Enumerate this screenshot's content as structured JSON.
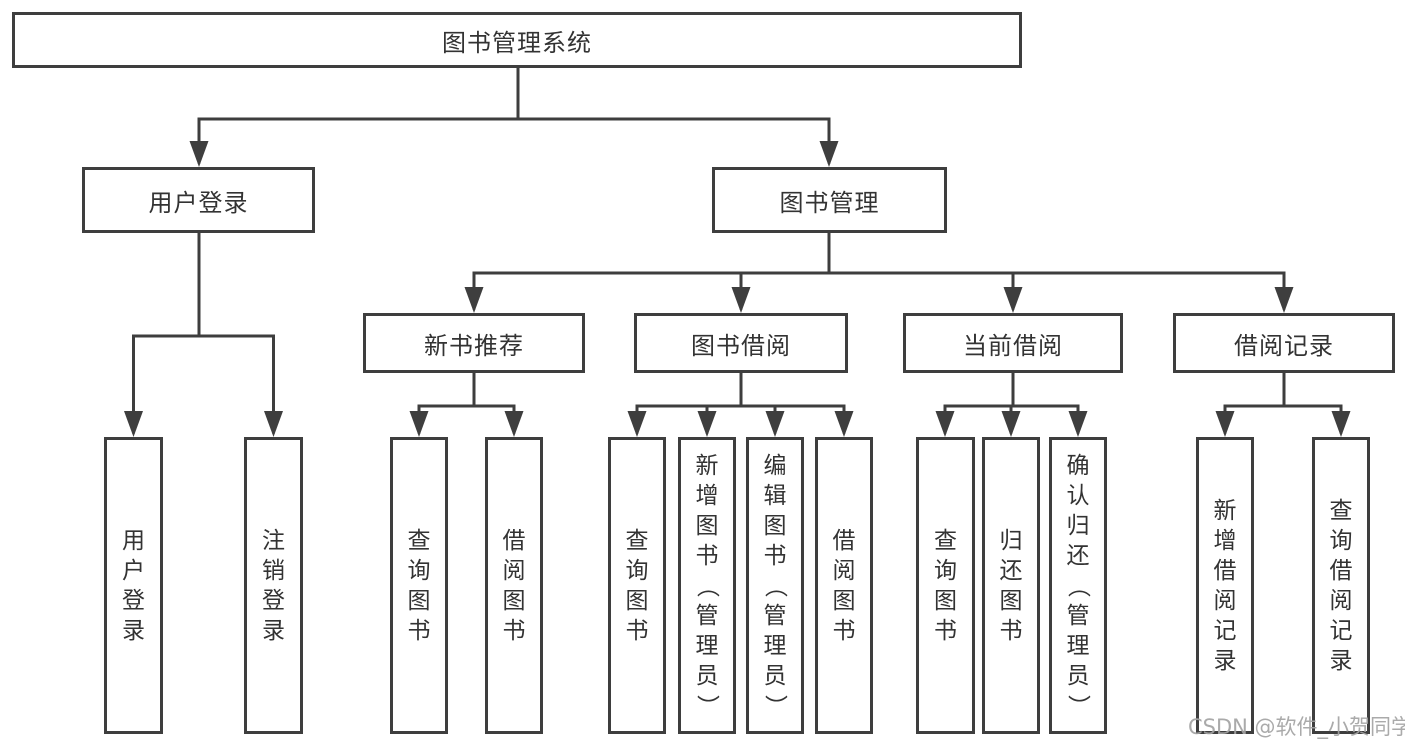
{
  "diagram": {
    "root": {
      "label": "图书管理系统"
    },
    "level2": [
      {
        "label": "用户登录"
      },
      {
        "label": "图书管理"
      }
    ],
    "level3": [
      {
        "label": "新书推荐"
      },
      {
        "label": "图书借阅"
      },
      {
        "label": "当前借阅"
      },
      {
        "label": "借阅记录"
      }
    ],
    "leaves": {
      "user_login": [
        {
          "label": "用户登录"
        },
        {
          "label": "注销登录"
        }
      ],
      "new_book_recommend": [
        {
          "label": "查询图书"
        },
        {
          "label": "借阅图书"
        }
      ],
      "book_borrow": [
        {
          "label": "查询图书"
        },
        {
          "label": "新增图书（管理员）"
        },
        {
          "label": "编辑图书（管理员）"
        },
        {
          "label": "借阅图书"
        }
      ],
      "current_borrow": [
        {
          "label": "查询图书"
        },
        {
          "label": "归还图书"
        },
        {
          "label": "确认归还（管理员）"
        }
      ],
      "borrow_records": [
        {
          "label": "新增借阅记录"
        },
        {
          "label": "查询借阅记录"
        }
      ]
    }
  },
  "watermark": {
    "text": "CSDN @软件_小贺同学"
  },
  "colors": {
    "line": "#3e3e3e",
    "text": "#333333",
    "background": "#ffffff",
    "watermark": "#a3a3a3"
  }
}
